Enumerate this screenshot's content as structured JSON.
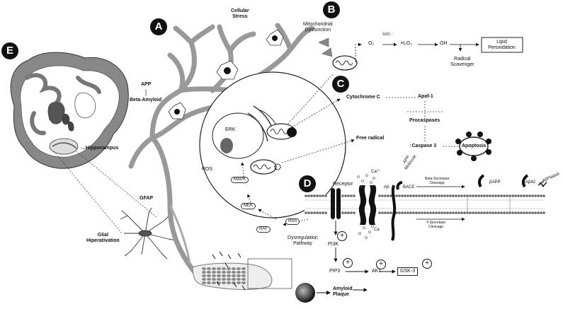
{
  "badges": {
    "a": "A",
    "b": "B",
    "c": "C",
    "d": "D",
    "e": "E"
  },
  "labels": {
    "cellular_stress": "Cellular\nStress",
    "mito_dysfunction": "Mitochondrial\nDysfunction",
    "o2": "O₂",
    "sod": "SOD ↑",
    "h2o2": "H₂O₂",
    "oh": "OH",
    "lipid_peroxidation": "Lipid\nPeroxidation",
    "radical_scavenger": "Radical\nScavenger",
    "app": "APP",
    "beta_amyloid": "Beta-Amyloid",
    "cytochrome_c": "Cytochrome C",
    "apaf1": "Apaf-1",
    "procaspases": "Procaspases",
    "caspase3": "↑Caspase 3",
    "apoptosis": "Apoptosis",
    "free_radical": "Free radical",
    "erk": "ERK",
    "ros": "ROS",
    "mapk": "MAPK",
    "mek": "MEK",
    "raf": "RAF",
    "ras": "RAS",
    "dysregulation_pathway": "Dysregulation\nPathway",
    "receptor": "Receptor",
    "ca_top": "Ca²⁺",
    "ca_bottom": "Ca",
    "ab": "Aβ",
    "app_molecule": "APP\nMolecule",
    "bace": "BACE",
    "beta_secretase": "Beta-Secretase\nCleavage",
    "gamma_secretase": "Y-Secretase\nCleavage",
    "bapp": "βAPP",
    "ab42": "Aβ42",
    "ab_plaque": "AβPlaque",
    "pi3k": "PI3K",
    "pip3": "PIP3",
    "akt": "AKT",
    "gsk3": "GSK-3",
    "amyloid_plaque": "Amyloid\nPlaque",
    "hippocampus": "Hippocampus",
    "gfap": "GFAP",
    "glial_hiperativation": "Glial\nHiperativation",
    "plus": "+"
  }
}
